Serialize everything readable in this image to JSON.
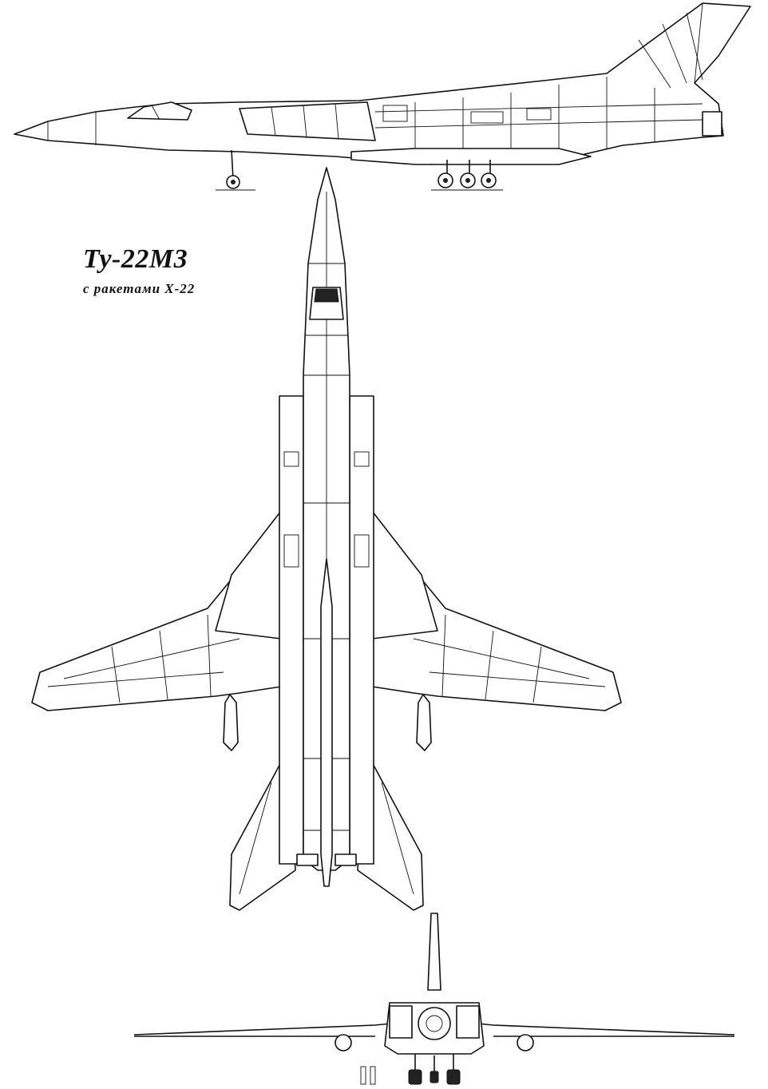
{
  "title": "Ту-22М3",
  "subtitle": "с ракетами Х-22",
  "views": [
    "side-view",
    "top-view",
    "front-view"
  ]
}
